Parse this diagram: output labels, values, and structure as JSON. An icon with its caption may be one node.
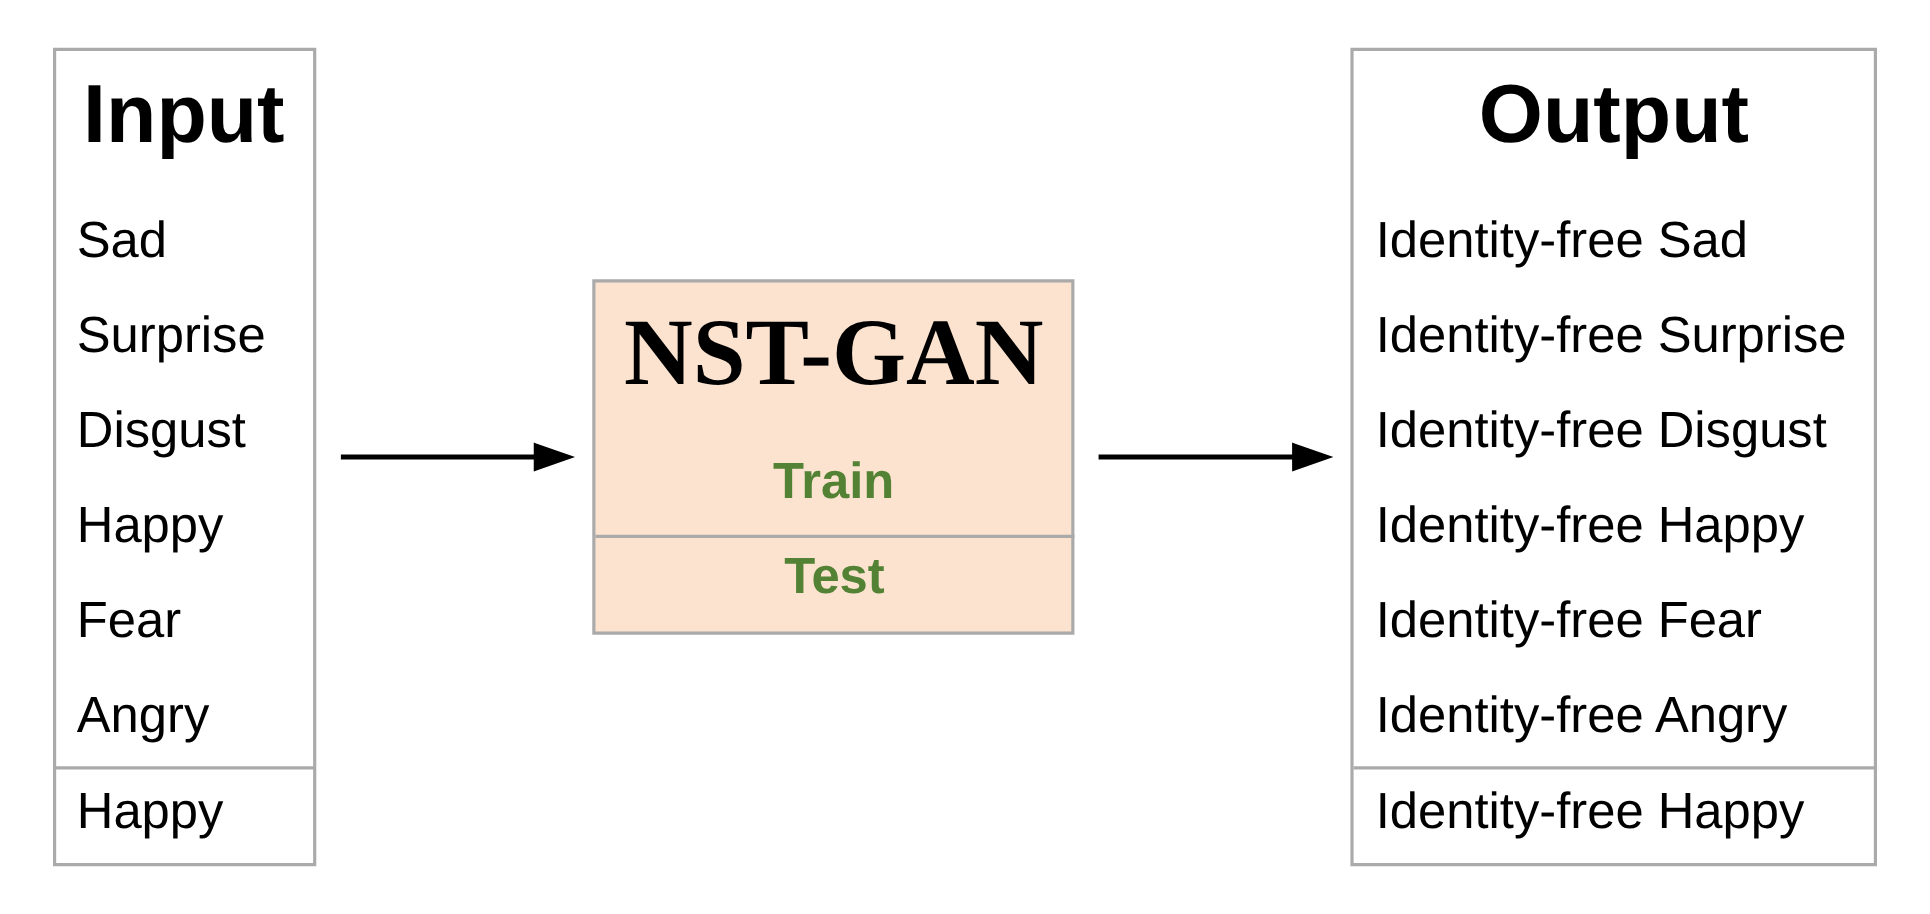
{
  "diagram": {
    "nodes": [
      {
        "text": [
          "Input",
          "Sad",
          "Surprise",
          "Disgust",
          "Happy",
          "Fear",
          "Angry",
          "Happy"
        ]
      },
      {
        "text": [
          "NST-GAN",
          "Train",
          "Test"
        ]
      },
      {
        "text": [
          "Output",
          "Identity-free Sad",
          "Identity-free Surprise",
          "Identity-free Disgust",
          "Identity-free Happy",
          "Identity-free Fear",
          "Identity-free Angry",
          "Identity-free Happy"
        ]
      }
    ],
    "edges": [
      {
        "from": 0,
        "to": 1,
        "arrow": "to"
      },
      {
        "from": 1,
        "to": 2,
        "arrow": "to"
      }
    ]
  }
}
